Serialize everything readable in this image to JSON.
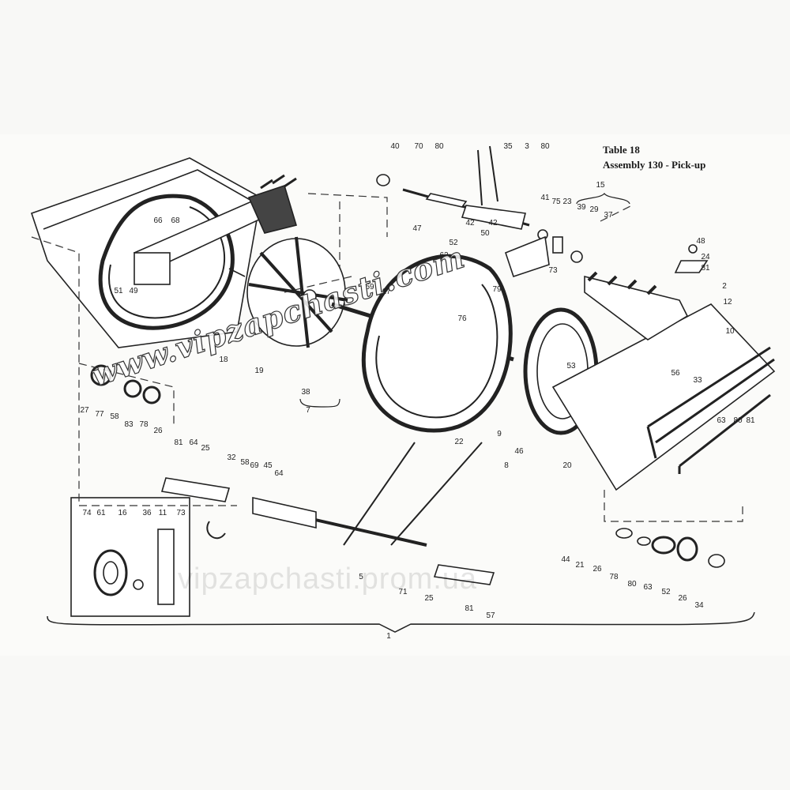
{
  "title": {
    "line1": "Table 18",
    "line2": "Assembly 130 - Pick-up"
  },
  "watermarks": {
    "diagonal": "www.vipzapchasti.com",
    "horizontal": "vipzapchasti.prom.ua"
  },
  "labels": [
    "40",
    "70",
    "80",
    "35",
    "3",
    "80",
    "41",
    "75",
    "23",
    "39",
    "29",
    "37",
    "15",
    "42",
    "47",
    "42",
    "50",
    "52",
    "62",
    "73",
    "48",
    "24",
    "81",
    "2",
    "12",
    "66",
    "68",
    "51",
    "49",
    "59",
    "17",
    "79",
    "76",
    "10",
    "4",
    "18",
    "19",
    "38",
    "7",
    "53",
    "56",
    "33",
    "63",
    "80",
    "81",
    "27",
    "77",
    "58",
    "83",
    "78",
    "26",
    "9",
    "46",
    "8",
    "22",
    "20",
    "81",
    "64",
    "25",
    "32",
    "58",
    "69",
    "45",
    "64",
    "74",
    "61",
    "16",
    "36",
    "11",
    "73",
    "5",
    "71",
    "25",
    "81",
    "57",
    "44",
    "21",
    "26",
    "78",
    "80",
    "63",
    "52",
    "26",
    "34",
    "1"
  ]
}
